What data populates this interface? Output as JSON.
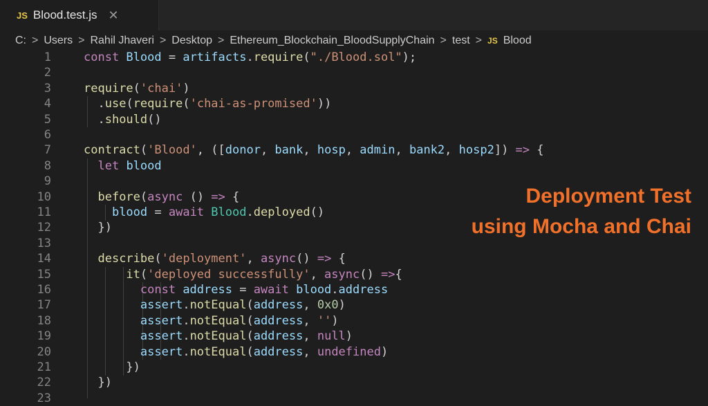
{
  "tab": {
    "badge": "JS",
    "title": "Blood.test.js",
    "close": "✕"
  },
  "breadcrumb": {
    "items": [
      "C:",
      "Users",
      "Rahil Jhaveri",
      "Desktop",
      "Ethereum_Blockchain_BloodSupplyChain",
      "test"
    ],
    "file_badge": "JS",
    "file": "Blood"
  },
  "code_lines": [
    {
      "n": "1",
      "t": [
        [
          "kw",
          "const "
        ],
        [
          "var",
          "Blood"
        ],
        [
          "op",
          " = "
        ],
        [
          "var",
          "artifacts"
        ],
        [
          "op",
          "."
        ],
        [
          "fn",
          "require"
        ],
        [
          "op",
          "("
        ],
        [
          "str",
          "\"./Blood.sol\""
        ],
        [
          "op",
          ");"
        ]
      ]
    },
    {
      "n": "2",
      "t": []
    },
    {
      "n": "3",
      "t": [
        [
          "fn",
          "require"
        ],
        [
          "op",
          "("
        ],
        [
          "str",
          "'chai'"
        ],
        [
          "op",
          ")"
        ]
      ]
    },
    {
      "n": "4",
      "t": [
        [
          "op",
          "  ."
        ],
        [
          "fn",
          "use"
        ],
        [
          "op",
          "("
        ],
        [
          "fn",
          "require"
        ],
        [
          "op",
          "("
        ],
        [
          "str",
          "'chai-as-promised'"
        ],
        [
          "op",
          "))"
        ]
      ]
    },
    {
      "n": "5",
      "t": [
        [
          "op",
          "  ."
        ],
        [
          "fn",
          "should"
        ],
        [
          "op",
          "()"
        ]
      ]
    },
    {
      "n": "6",
      "t": []
    },
    {
      "n": "7",
      "t": [
        [
          "fn",
          "contract"
        ],
        [
          "op",
          "("
        ],
        [
          "str",
          "'Blood'"
        ],
        [
          "op",
          ", (["
        ],
        [
          "var",
          "donor"
        ],
        [
          "op",
          ", "
        ],
        [
          "var",
          "bank"
        ],
        [
          "op",
          ", "
        ],
        [
          "var",
          "hosp"
        ],
        [
          "op",
          ", "
        ],
        [
          "var",
          "admin"
        ],
        [
          "op",
          ", "
        ],
        [
          "var",
          "bank2"
        ],
        [
          "op",
          ", "
        ],
        [
          "var",
          "hosp2"
        ],
        [
          "op",
          "]) "
        ],
        [
          "kw",
          "=>"
        ],
        [
          "op",
          " {"
        ]
      ]
    },
    {
      "n": "8",
      "t": [
        [
          "op",
          "  "
        ],
        [
          "kw",
          "let "
        ],
        [
          "var",
          "blood"
        ]
      ]
    },
    {
      "n": "9",
      "t": []
    },
    {
      "n": "10",
      "t": [
        [
          "op",
          "  "
        ],
        [
          "fn",
          "before"
        ],
        [
          "op",
          "("
        ],
        [
          "kw",
          "async"
        ],
        [
          "op",
          " () "
        ],
        [
          "kw",
          "=>"
        ],
        [
          "op",
          " {"
        ]
      ]
    },
    {
      "n": "11",
      "t": [
        [
          "op",
          "    "
        ],
        [
          "var",
          "blood"
        ],
        [
          "op",
          " = "
        ],
        [
          "kw",
          "await "
        ],
        [
          "cls",
          "Blood"
        ],
        [
          "op",
          "."
        ],
        [
          "fn",
          "deployed"
        ],
        [
          "op",
          "()"
        ]
      ]
    },
    {
      "n": "12",
      "t": [
        [
          "op",
          "  })"
        ]
      ]
    },
    {
      "n": "13",
      "t": []
    },
    {
      "n": "14",
      "t": [
        [
          "op",
          "  "
        ],
        [
          "fn",
          "describe"
        ],
        [
          "op",
          "("
        ],
        [
          "str",
          "'deployment'"
        ],
        [
          "op",
          ", "
        ],
        [
          "kw",
          "async"
        ],
        [
          "op",
          "() "
        ],
        [
          "kw",
          "=>"
        ],
        [
          "op",
          " {"
        ]
      ]
    },
    {
      "n": "15",
      "t": [
        [
          "op",
          "      "
        ],
        [
          "fn",
          "it"
        ],
        [
          "op",
          "("
        ],
        [
          "str",
          "'deployed successfully'"
        ],
        [
          "op",
          ", "
        ],
        [
          "kw",
          "async"
        ],
        [
          "op",
          "() "
        ],
        [
          "kw",
          "=>"
        ],
        [
          "op",
          "{"
        ]
      ]
    },
    {
      "n": "16",
      "t": [
        [
          "op",
          "        "
        ],
        [
          "kw",
          "const "
        ],
        [
          "var",
          "address"
        ],
        [
          "op",
          " = "
        ],
        [
          "kw",
          "await "
        ],
        [
          "var",
          "blood"
        ],
        [
          "op",
          "."
        ],
        [
          "var",
          "address"
        ]
      ]
    },
    {
      "n": "17",
      "t": [
        [
          "op",
          "        "
        ],
        [
          "var",
          "assert"
        ],
        [
          "op",
          "."
        ],
        [
          "fn",
          "notEqual"
        ],
        [
          "op",
          "("
        ],
        [
          "var",
          "address"
        ],
        [
          "op",
          ", "
        ],
        [
          "num",
          "0x0"
        ],
        [
          "op",
          ")"
        ]
      ]
    },
    {
      "n": "18",
      "t": [
        [
          "op",
          "        "
        ],
        [
          "var",
          "assert"
        ],
        [
          "op",
          "."
        ],
        [
          "fn",
          "notEqual"
        ],
        [
          "op",
          "("
        ],
        [
          "var",
          "address"
        ],
        [
          "op",
          ", "
        ],
        [
          "str",
          "''"
        ],
        [
          "op",
          ")"
        ]
      ]
    },
    {
      "n": "19",
      "t": [
        [
          "op",
          "        "
        ],
        [
          "var",
          "assert"
        ],
        [
          "op",
          "."
        ],
        [
          "fn",
          "notEqual"
        ],
        [
          "op",
          "("
        ],
        [
          "var",
          "address"
        ],
        [
          "op",
          ", "
        ],
        [
          "kw",
          "null"
        ],
        [
          "op",
          ")"
        ]
      ]
    },
    {
      "n": "20",
      "t": [
        [
          "op",
          "        "
        ],
        [
          "var",
          "assert"
        ],
        [
          "op",
          "."
        ],
        [
          "fn",
          "notEqual"
        ],
        [
          "op",
          "("
        ],
        [
          "var",
          "address"
        ],
        [
          "op",
          ", "
        ],
        [
          "kw",
          "undefined"
        ],
        [
          "op",
          ")"
        ]
      ]
    },
    {
      "n": "21",
      "t": [
        [
          "op",
          "      })"
        ]
      ]
    },
    {
      "n": "22",
      "t": [
        [
          "op",
          "  })"
        ]
      ]
    },
    {
      "n": "23",
      "t": []
    }
  ],
  "overlay": {
    "line1": "Deployment Test",
    "line2": "using Mocha and Chai"
  },
  "colors": {
    "background": "#1e1e1e",
    "keyword": "#c586c0",
    "function": "#dcdcaa",
    "string": "#ce9178",
    "variable": "#9cdcfe",
    "overlay_text": "#f2712a"
  }
}
